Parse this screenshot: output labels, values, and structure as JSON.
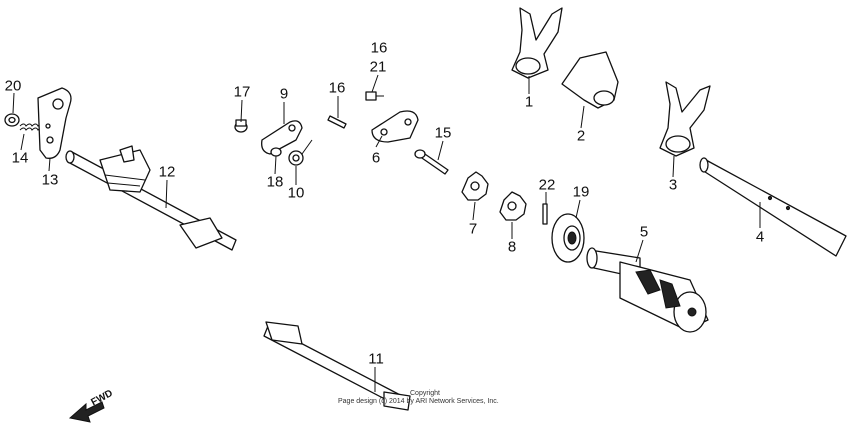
{
  "callouts": {
    "c1": "1",
    "c2": "2",
    "c3": "3",
    "c4": "4",
    "c5": "5",
    "c6": "6",
    "c7": "7",
    "c8": "8",
    "c9": "9",
    "c10": "10",
    "c11": "11",
    "c12": "12",
    "c13": "13",
    "c14": "14",
    "c15": "15",
    "c16a": "16",
    "c16b": "16",
    "c17": "17",
    "c18": "18",
    "c19": "19",
    "c20": "20",
    "c21": "21",
    "c22": "22"
  },
  "credit": {
    "line1": "Copyright",
    "line2": "Page design (c) 2014 by ARI Network Services, Inc."
  },
  "direction": {
    "label": "FWD"
  },
  "colors": {
    "ink": "#111111",
    "paper": "#ffffff"
  }
}
